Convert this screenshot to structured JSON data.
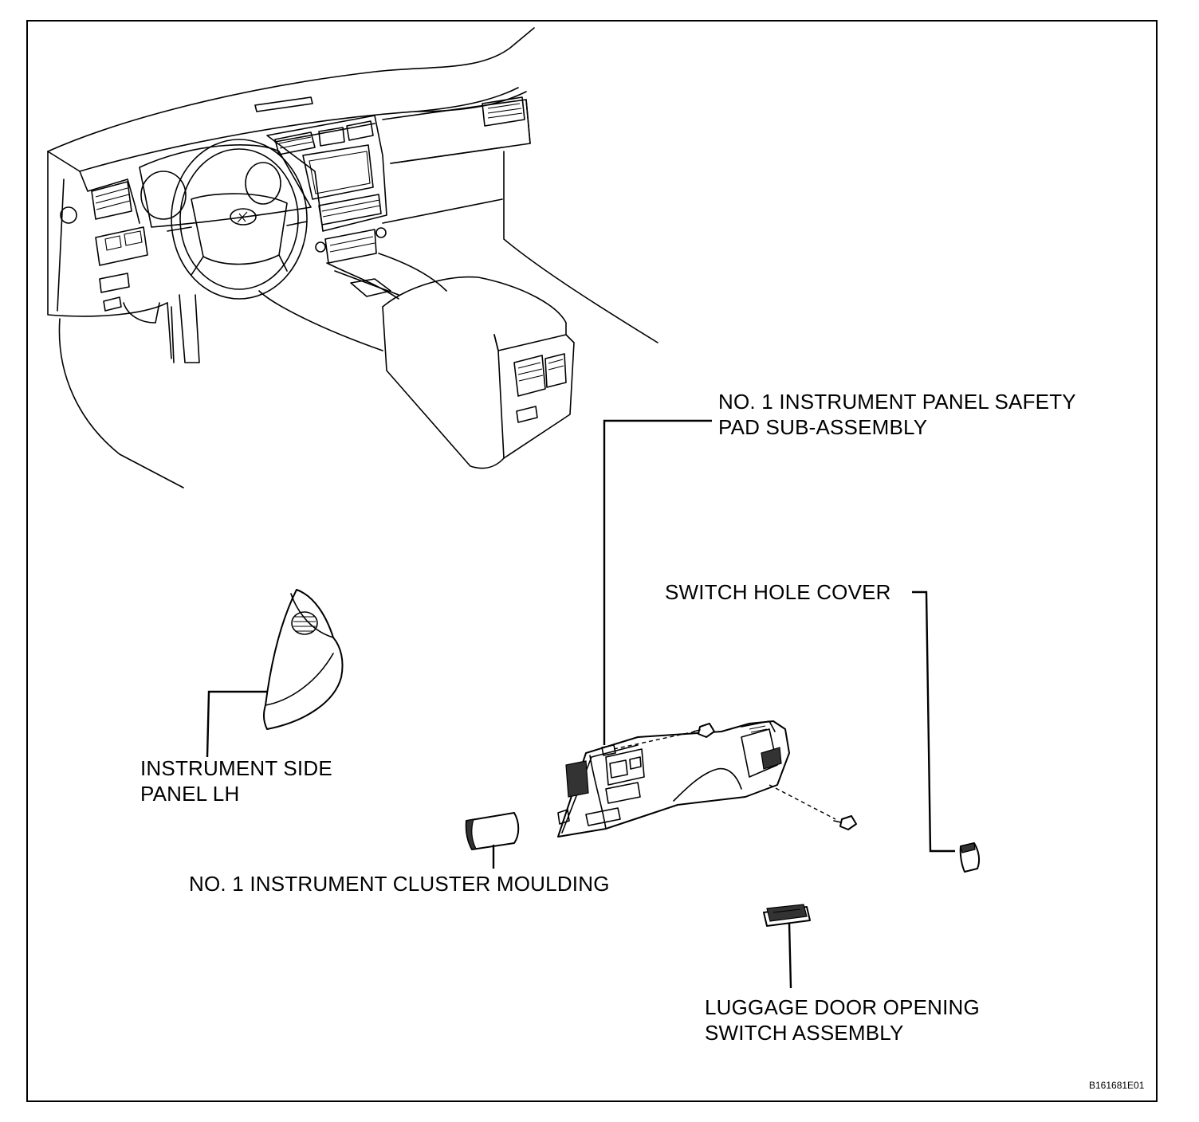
{
  "labels": {
    "safety_pad_line1": "NO. 1 INSTRUMENT PANEL SAFETY",
    "safety_pad_line2": "PAD SUB-ASSEMBLY",
    "switch_hole_cover": "SWITCH HOLE COVER",
    "side_panel_line1": "INSTRUMENT SIDE",
    "side_panel_line2": "PANEL LH",
    "cluster_moulding": "NO. 1 INSTRUMENT CLUSTER MOULDING",
    "luggage_switch_line1": "LUGGAGE DOOR OPENING",
    "luggage_switch_line2": "SWITCH ASSEMBLY"
  },
  "figure_code": "B161681E01"
}
